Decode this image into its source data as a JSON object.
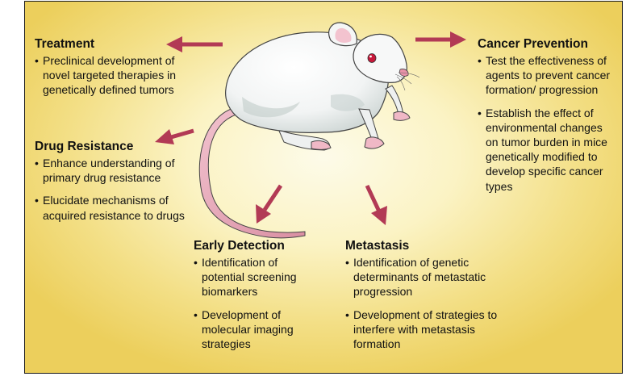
{
  "colors": {
    "arrow": "#b23a55",
    "background_center": "#fdfbe9",
    "background_edge": "#eccf5c"
  },
  "illustration": {
    "icon": "mouse-icon"
  },
  "sections": {
    "treatment": {
      "title": "Treatment",
      "bullets": [
        "Preclinical development of novel targeted therapies in genetically defined tumors"
      ]
    },
    "drug_resistance": {
      "title": "Drug Resistance",
      "bullets": [
        "Enhance understanding of primary drug resistance",
        "Elucidate mechanisms of acquired resistance to drugs"
      ]
    },
    "cancer_prevention": {
      "title": "Cancer Prevention",
      "bullets": [
        "Test the effectiveness of agents to prevent cancer formation/ progression",
        "Establish the effect of environmental changes on tumor burden in mice genetically modified to develop specific cancer types"
      ]
    },
    "early_detection": {
      "title": "Early Detection",
      "bullets": [
        "Identification of potential screening biomarkers",
        "Development of molecular imaging strategies"
      ]
    },
    "metastasis": {
      "title": "Metastasis",
      "bullets": [
        "Identification of genetic determinants of metastatic progression",
        "Development of strategies to interfere with metastasis formation"
      ]
    }
  }
}
